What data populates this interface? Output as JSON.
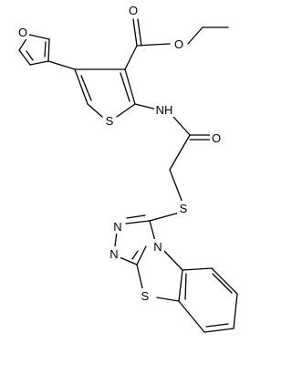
{
  "molecule": {
    "atoms": {
      "o_furan": "O",
      "o_ester_carbonyl": "O",
      "o_ester_alkyl": "O",
      "s_thiophene": "S",
      "nh": "NH",
      "o_amide": "O",
      "s_thioether": "S",
      "n_triazole_1": "N",
      "n_triazole_2": "N",
      "n_triazole_bridge": "N",
      "s_benzothiazole": "S"
    }
  }
}
